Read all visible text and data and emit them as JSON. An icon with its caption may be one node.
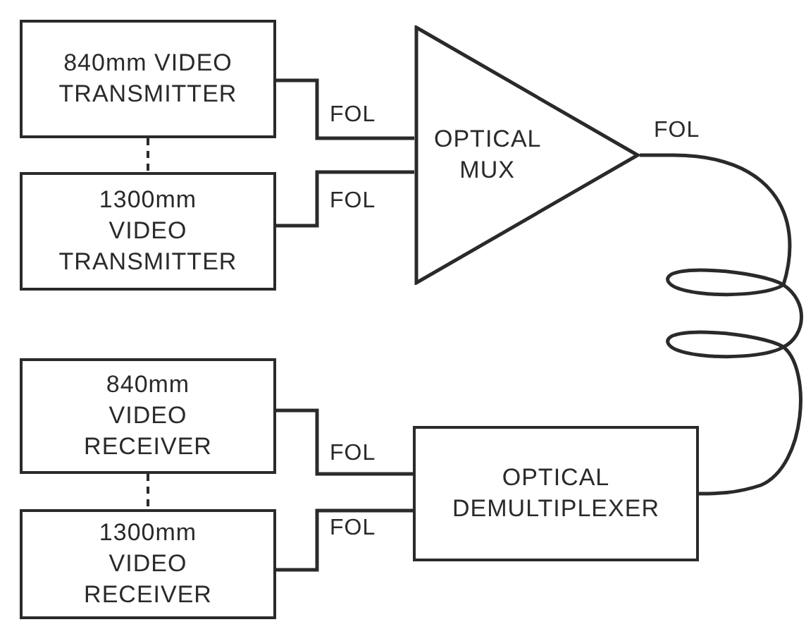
{
  "diagram": {
    "nodes": [
      {
        "text": [
          "840mm VIDEO TRANSMITTER"
        ]
      },
      {
        "text": [
          "1300mm VIDEO TRANSMITTER"
        ]
      },
      {
        "text": [
          "OPTICAL MUX"
        ]
      },
      {
        "text": [
          "840mm VIDEO RECEIVER"
        ]
      },
      {
        "text": [
          "1300mm VIDEO RECEIVER"
        ]
      },
      {
        "text": [
          "OPTICAL DEMULTIPLEXER"
        ]
      }
    ],
    "edges": [
      {
        "from": 0,
        "to": 2,
        "arrow": "none",
        "label": "FOL"
      },
      {
        "from": 1,
        "to": 2,
        "arrow": "none",
        "label": "FOL"
      },
      {
        "from": 2,
        "to": 5,
        "arrow": "none",
        "label": "FOL"
      },
      {
        "from": 5,
        "to": 3,
        "arrow": "none",
        "label": "FOL"
      },
      {
        "from": 5,
        "to": 4,
        "arrow": "none",
        "label": "FOL"
      },
      {
        "from": 0,
        "to": 1,
        "arrow": "none",
        "style": "dashed"
      },
      {
        "from": 3,
        "to": 4,
        "arrow": "none",
        "style": "dashed"
      }
    ]
  }
}
